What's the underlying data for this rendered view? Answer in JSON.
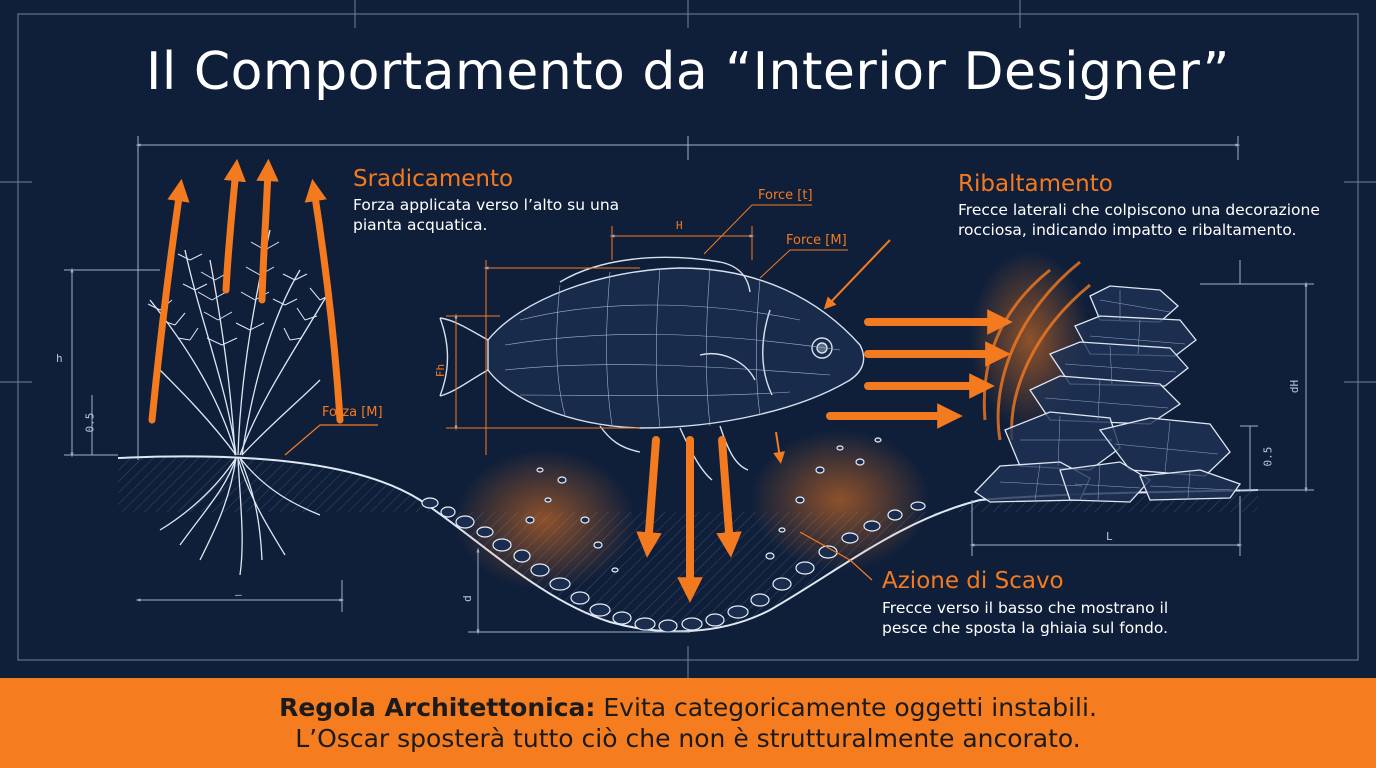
{
  "title": "Il Comportamento da “Interior Designer”",
  "callouts": {
    "uproot": {
      "heading": "Sradicamento",
      "line1": "Forza applicata verso l’alto su una",
      "line2": "pianta acquatica."
    },
    "topple": {
      "heading": "Ribaltamento",
      "line1": "Frecce laterali che colpiscono una decorazione",
      "line2": "rocciosa, indicando impatto e ribaltamento."
    },
    "dig": {
      "heading": "Azione di Scavo",
      "line1": "Frecce verso il basso che mostrano il",
      "line2": "pesce che sposta la ghiaia sul fondo."
    }
  },
  "force_labels": {
    "plant": "Forza [M]",
    "fish_t": "Force [t]",
    "fish_m": "Force [M]"
  },
  "dimension_labels": {
    "h_top": "H",
    "plant_h": "h",
    "plant_small": "0.5",
    "plant_w": "—",
    "fish_h": "Fh",
    "pit": "d",
    "rock_h": "dH",
    "rock_small": "0.5",
    "rock_l": "L"
  },
  "rule": {
    "label": "Regola Architettonica:",
    "text1": " Evita categoricamente oggetti instabili.",
    "text2": "L’Oscar sposterà tutto ciò che non è strutturalmente ancorato."
  },
  "colors": {
    "background": "#0f1f3a",
    "accent": "#f47a20",
    "line": "#c9d4e6",
    "banner": "#f57c1f"
  }
}
